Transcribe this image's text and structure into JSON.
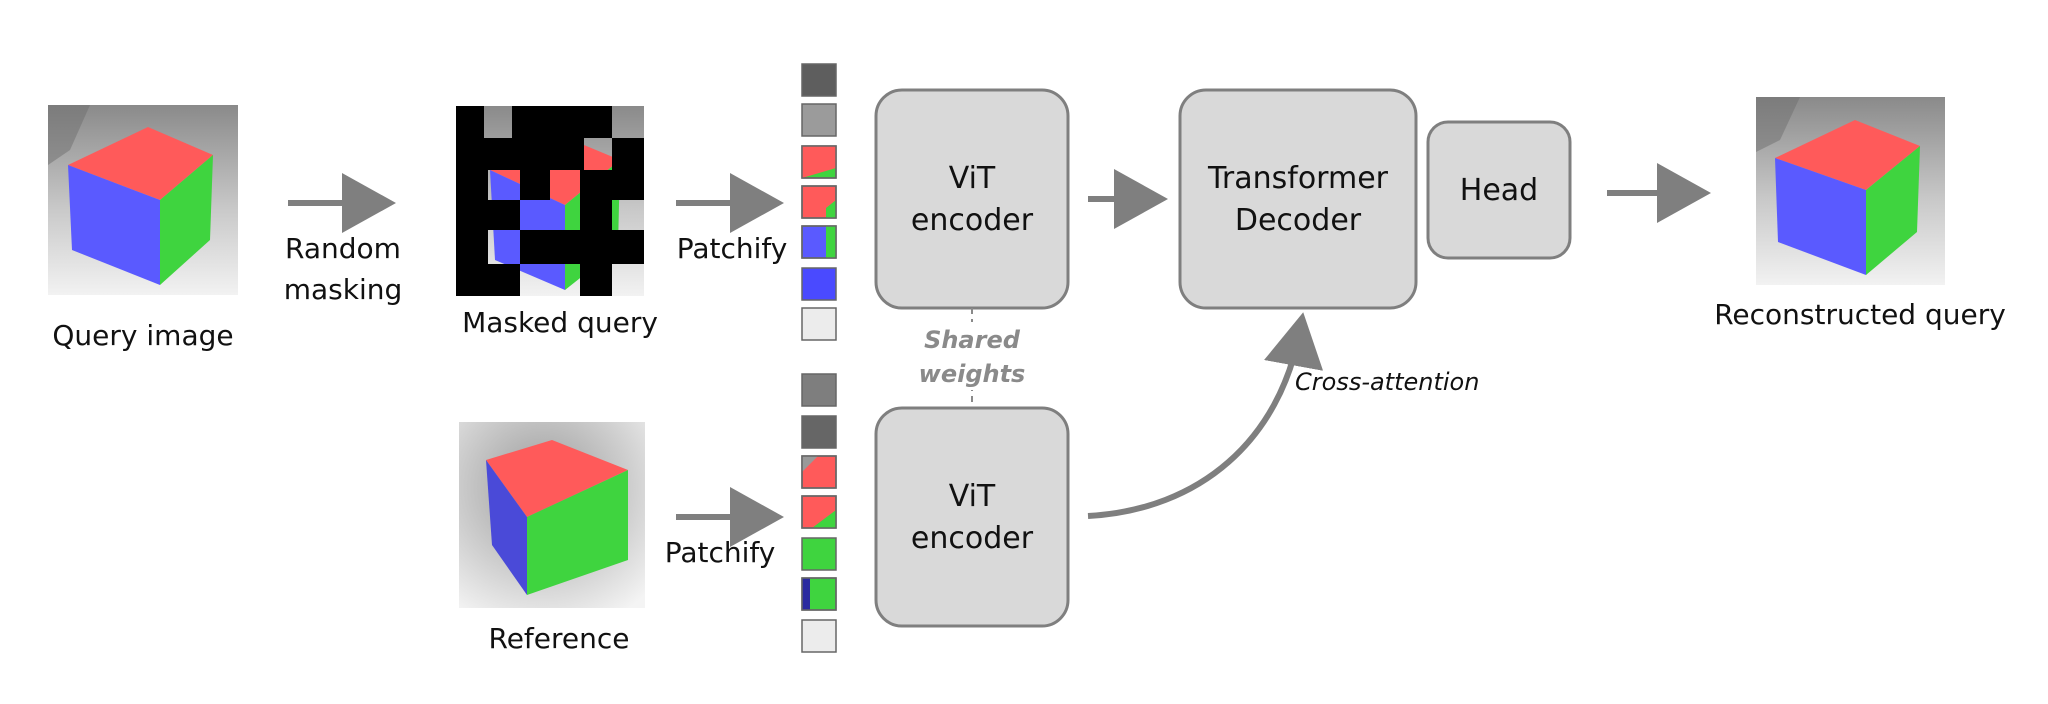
{
  "query": {
    "label": "Query image"
  },
  "random_masking": {
    "line1": "Random",
    "line2": "masking"
  },
  "masked_query": {
    "label": "Masked query"
  },
  "patchify_top": {
    "label": "Patchify"
  },
  "patchify_bottom": {
    "label": "Patchify"
  },
  "encoder_top": {
    "line1": "ViT",
    "line2": "encoder"
  },
  "encoder_bottom": {
    "line1": "ViT",
    "line2": "encoder"
  },
  "shared_weights": {
    "line1": "Shared",
    "line2": "weights"
  },
  "decoder": {
    "line1": "Transformer",
    "line2": "Decoder"
  },
  "head": {
    "label": "Head"
  },
  "cross_attention": {
    "label": "Cross-attention"
  },
  "reconstructed": {
    "label": "Reconstructed query"
  },
  "reference": {
    "label": "Reference"
  },
  "colors": {
    "box_fill": "#d9d9d9",
    "box_stroke": "#7f7f7f",
    "arrow": "#7f7f7f",
    "cube_red": "#ff5a5a",
    "cube_green": "#3fd43f",
    "cube_blue": "#5a5aff",
    "mask": "#000000"
  }
}
